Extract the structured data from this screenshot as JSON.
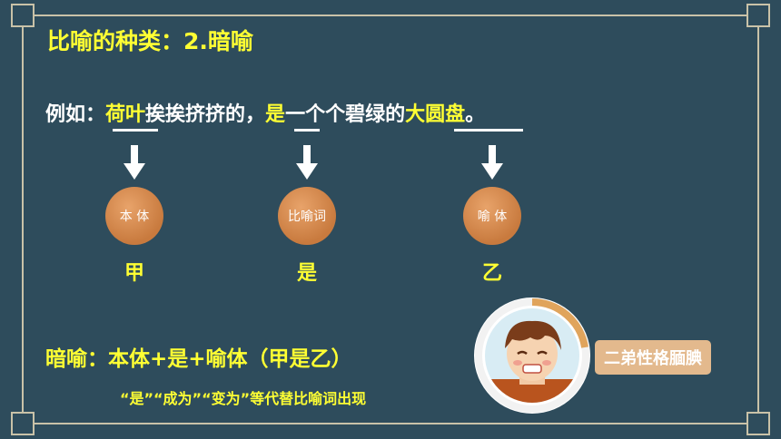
{
  "title": "比喻的种类：2.暗喻",
  "example": {
    "prefix": "例如：",
    "noun1": "荷叶",
    "mid1": "挨挨挤挤的，",
    "verb": "是",
    "mid2": "一个个碧绿的",
    "noun2": "大圆盘",
    "end": "。"
  },
  "labels": [
    {
      "circle": "本 体",
      "letter": "甲"
    },
    {
      "circle": "比喻词",
      "letter": "是"
    },
    {
      "circle": "喻 体",
      "letter": "乙"
    }
  ],
  "formula": "暗喻：本体+是+喻体（甲是乙）",
  "note": "“是”“成为”“变为”等代替比喻词出现",
  "nameplate": "二弟性格腼腆",
  "colors": {
    "background": "#2e4c5c",
    "accent": "#ffff33",
    "circle": "#d08a4e",
    "nameplate": "#e3b98d"
  }
}
